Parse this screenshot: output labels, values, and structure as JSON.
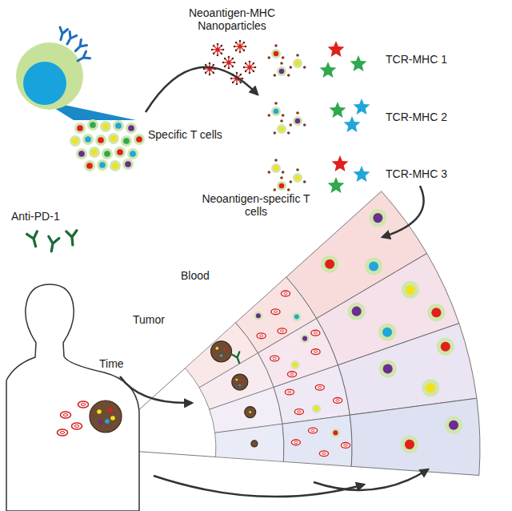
{
  "diagram": {
    "labels": [
      "Neoantigen-MHC Nanoparticles",
      "TCR-MHC 1",
      "TCR-MHC 2",
      "TCR-MHC 3",
      "Specific T cells",
      "Neoantigen-specific T cells",
      "Anti-PD-1",
      "Blood",
      "Tumor",
      "Time"
    ]
  }
}
